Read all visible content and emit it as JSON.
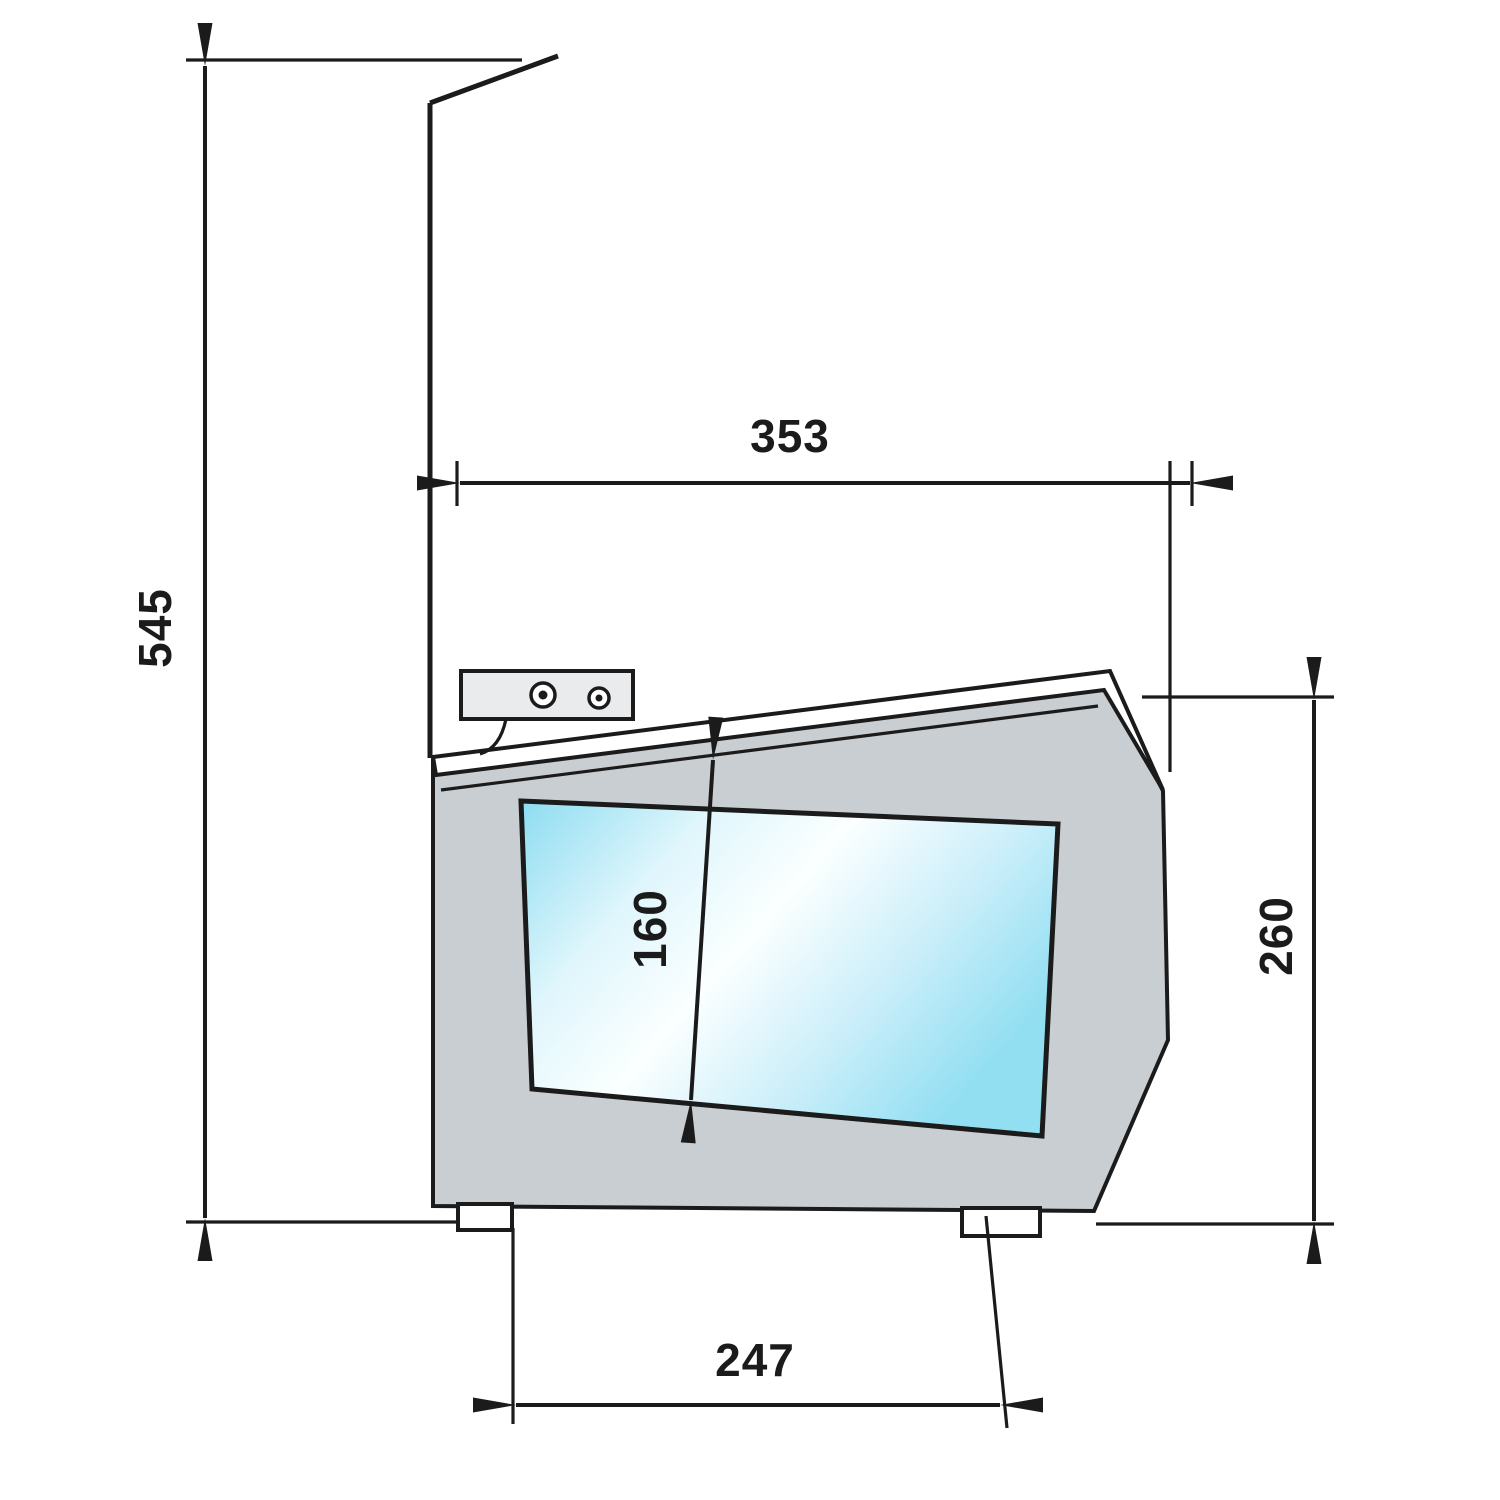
{
  "drawing": {
    "type": "technical-dimension-drawing",
    "subject": "countertop refrigerated display case, side profile with dimension lines",
    "dimensions": {
      "total_height": {
        "value": "545"
      },
      "top_width": {
        "value": "353"
      },
      "front_height": {
        "value": "260"
      },
      "inner_height": {
        "value": "160"
      },
      "base_width": {
        "value": "247"
      }
    },
    "colors": {
      "line": "#1b1b1b",
      "body_gray": "#c9ced3",
      "panel_gray": "#e9ebed",
      "glass_cyan": "#8ddcf1",
      "background": "#ffffff"
    }
  }
}
